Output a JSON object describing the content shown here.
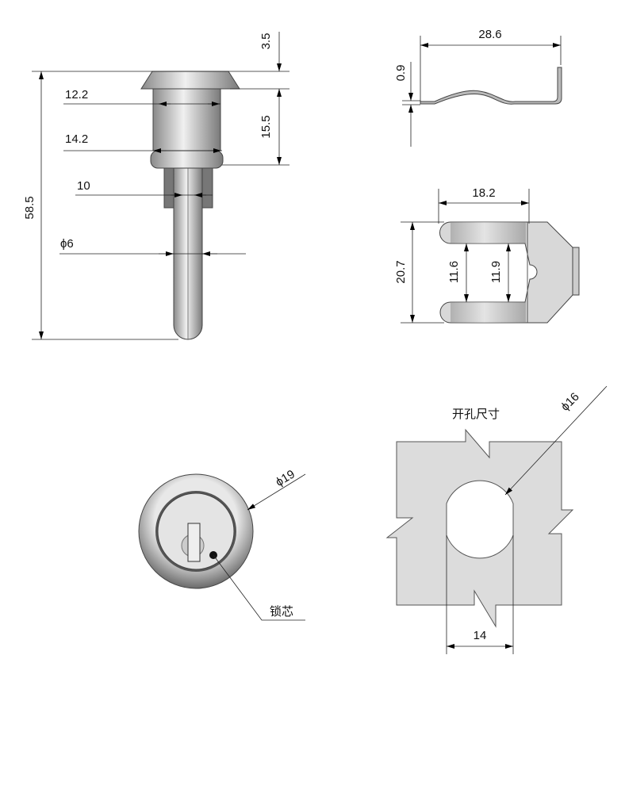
{
  "side_view": {
    "overall_length": "58.5",
    "flange_height": "3.5",
    "body_length": "15.5",
    "thread_diameter": "12.2",
    "body_diameter": "14.2",
    "nut_width": "10",
    "shaft_diameter": "ϕ6"
  },
  "clip_side": {
    "length": "28.6",
    "thickness": "0.9"
  },
  "clip_top": {
    "width": "18.2",
    "height": "20.7",
    "slot_inner": "11.6",
    "slot_outer": "11.9"
  },
  "front_view": {
    "diameter": "ϕ19",
    "core_label": "锁芯"
  },
  "cutout": {
    "title": "开孔尺寸",
    "diameter": "ϕ16",
    "flat_width": "14"
  },
  "colors": {
    "metal_light": "#e6e6e6",
    "metal_dark": "#7a7a7a",
    "cutout_fill": "#dcdcdc"
  }
}
